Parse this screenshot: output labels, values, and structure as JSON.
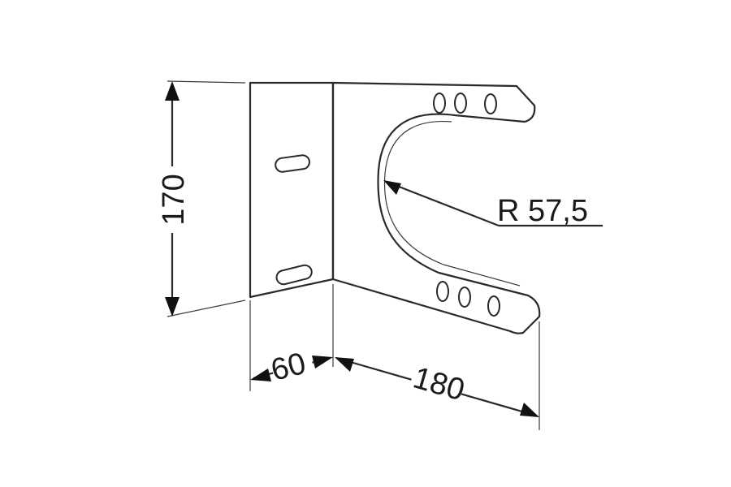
{
  "dimensions": {
    "height_label": "170",
    "flange_width_label": "60",
    "plate_length_label": "180",
    "radius_label": "R 57,5"
  },
  "colors": {
    "line": "#2a2a2a",
    "text": "#1a1a1a",
    "background": "#ffffff"
  }
}
